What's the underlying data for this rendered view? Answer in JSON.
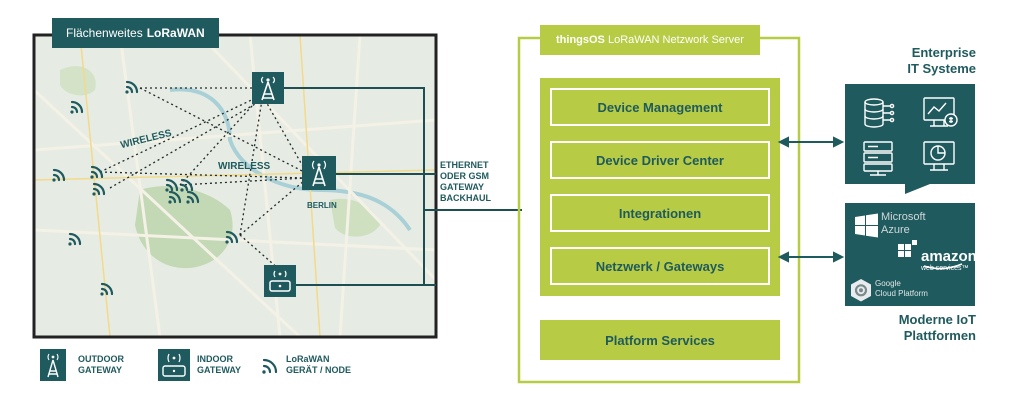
{
  "map": {
    "title_regular": "Flächenweites",
    "title_bold": "LoRaWAN",
    "wireless_labels": [
      "WIRELESS",
      "WIRELESS"
    ],
    "city_label": "BERLIN"
  },
  "backhaul": {
    "lines": [
      "ETHERNET",
      "ODER GSM",
      "GATEWAY",
      "BACKHAUL"
    ]
  },
  "server": {
    "title_bold": "thingsOS",
    "title_regular": "LoRaWAN Netzwork Server",
    "modules": [
      "Device Management",
      "Device Driver Center",
      "Integrationen",
      "Netzwerk / Gateways"
    ],
    "platform_services": "Platform Services"
  },
  "enterprise": {
    "title_line1": "Enterprise",
    "title_line2": "IT Systeme"
  },
  "iot": {
    "title_line1": "Moderne IoT",
    "title_line2": "Plattformen",
    "microsoft": "Microsoft",
    "azure": "Azure",
    "amazon": "amazon",
    "webservices": "web services™",
    "google": "Google",
    "cloud_platform": "Cloud Platform"
  },
  "legend": {
    "outdoor": [
      "OUTDOOR",
      "GATEWAY"
    ],
    "indoor": [
      "INDOOR",
      "GATEWAY"
    ],
    "node": [
      "LoRaWAN",
      "GERÄT / NODE"
    ]
  },
  "colors": {
    "teal": "#1f5a5e",
    "green": "#b7cc44",
    "map_bg": "#dfe8df",
    "map_park": "#c3d8b4",
    "map_water": "#a9d0d6"
  }
}
